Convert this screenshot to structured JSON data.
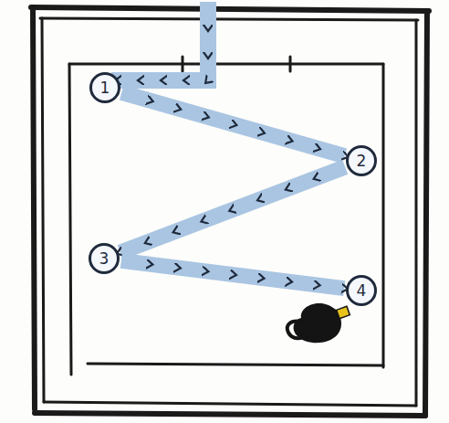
{
  "diagram": {
    "nodes": [
      {
        "text": [
          "1"
        ]
      },
      {
        "text": [
          "2"
        ]
      },
      {
        "text": [
          "3"
        ]
      },
      {
        "text": [
          "4"
        ]
      }
    ],
    "edges": [
      {
        "from": 0,
        "to": 1,
        "arrow": "to"
      },
      {
        "from": 1,
        "to": 2,
        "arrow": "to"
      },
      {
        "from": 2,
        "to": 3,
        "arrow": "to"
      }
    ]
  }
}
